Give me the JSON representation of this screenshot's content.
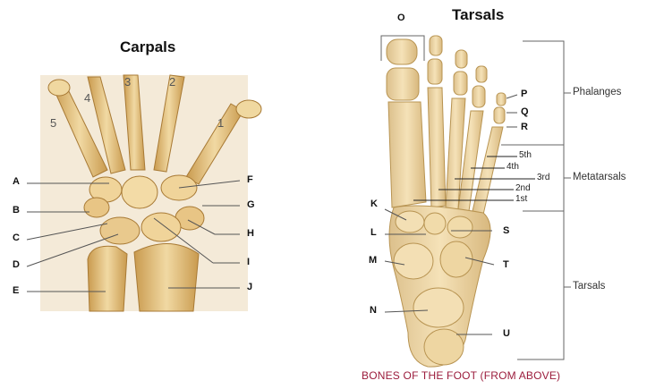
{
  "carpals": {
    "title": "Carpals",
    "digit_numbers": [
      "5",
      "4",
      "3",
      "2",
      "1"
    ],
    "labels": [
      "A",
      "B",
      "C",
      "D",
      "E",
      "F",
      "G",
      "H",
      "I",
      "J"
    ]
  },
  "tarsals": {
    "title": "Tarsals",
    "labels": [
      "O",
      "P",
      "Q",
      "R",
      "K",
      "L",
      "M",
      "N",
      "S",
      "T",
      "U"
    ],
    "metatarsal_numbers": [
      "5th",
      "4th",
      "3rd",
      "2nd",
      "1st"
    ],
    "regions": [
      "Phalanges",
      "Metatarsals",
      "Tarsals"
    ],
    "caption": "BONES OF THE FOOT (FROM ABOVE)"
  },
  "colors": {
    "bone": "#e8c98a",
    "bone_dark": "#b8893e",
    "hand_bg": "#f6ecd9",
    "caption": "#9b1c3c"
  }
}
